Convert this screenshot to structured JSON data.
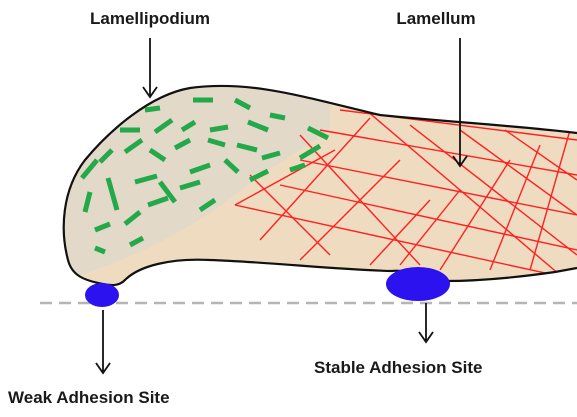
{
  "labels": {
    "lamellipodium": "Lamellipodium",
    "lamellum": "Lamellum",
    "weak_adhesion": "Weak Adhesion  Site",
    "stable_adhesion": "Stable Adhesion  Site"
  },
  "colors": {
    "cell_fill": "#efdcc0",
    "lamellipodium_fill": "#e3d9c8",
    "outline": "#111111",
    "actin_filament": "#23a84a",
    "actin_mesh": "#ff2020",
    "adhesion": "#2b12ee",
    "substrate_line": "#b5b5b5"
  }
}
